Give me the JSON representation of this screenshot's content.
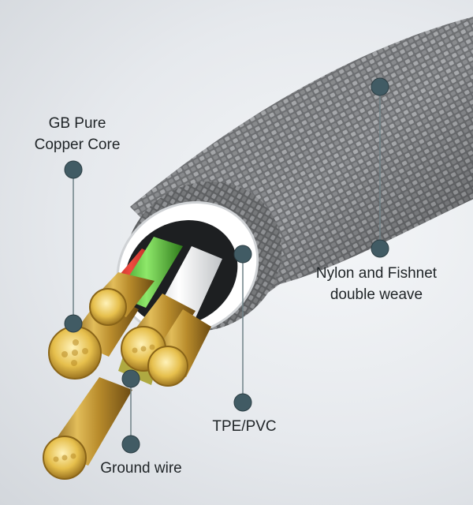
{
  "labels": {
    "copper_core": "GB Pure\nCopper Core",
    "sheath": "Nylon and Fishnet\ndouble weave",
    "insulation": "TPE/PVC",
    "ground": "Ground wire"
  },
  "colors": {
    "background": "#e6e9ed",
    "braid": "#7d7f82",
    "marker": "#3f5a63",
    "copper": "#c9a23f",
    "wire_green": "#5bc43a",
    "wire_red": "#d42a2a",
    "wire_white": "#f4f4f4"
  }
}
